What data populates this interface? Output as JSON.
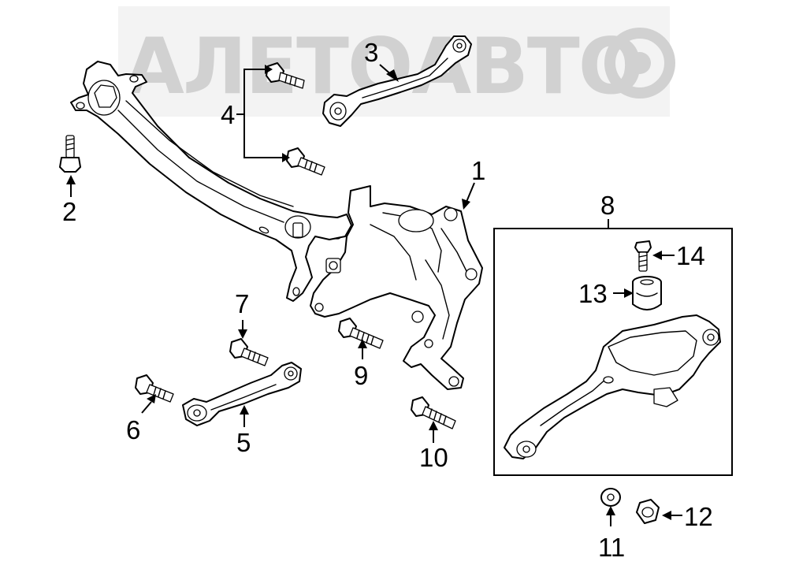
{
  "watermark": {
    "text": "АЛЕТОАВТО"
  },
  "callouts": {
    "c1": "1",
    "c2": "2",
    "c3": "3",
    "c4": "4",
    "c5": "5",
    "c6": "6",
    "c7": "7",
    "c8": "8",
    "c9": "9",
    "c10": "10",
    "c11": "11",
    "c12": "12",
    "c13": "13",
    "c14": "14"
  }
}
